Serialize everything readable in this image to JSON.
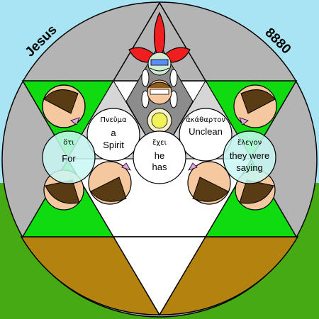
{
  "corner_labels": {
    "left": "Jesus",
    "right": "8880"
  },
  "words": [
    {
      "greek": "Πνεῦμα",
      "english_line1": "a",
      "english_line2": "Spirit"
    },
    {
      "greek": "ἀκάθαρτον",
      "english_line1": "Unclean",
      "english_line2": ""
    },
    {
      "greek": "ὅτι",
      "english_line1": "For",
      "english_line2": ""
    },
    {
      "greek": "ἔχει",
      "english_line1": "he",
      "english_line2": "has"
    },
    {
      "greek": "ἔλεγον",
      "english_line1": "they were",
      "english_line2": "saying"
    }
  ],
  "colors": {
    "sky": "#a8e4f4",
    "ground": "#46aa14",
    "outer_circle": "#b4b4b4",
    "star_green": "#0fdc0f",
    "star_brown": "#b4820f",
    "star_white": "#ffffff",
    "petal_red": "#f01e1e",
    "halo_yellow": "#f2f25a",
    "bubble_cyan": "#c8f8f4",
    "face_skin": "#f6c8a0",
    "face_dark": "#5a3c14",
    "accent_pink": "#e6a0e6"
  }
}
